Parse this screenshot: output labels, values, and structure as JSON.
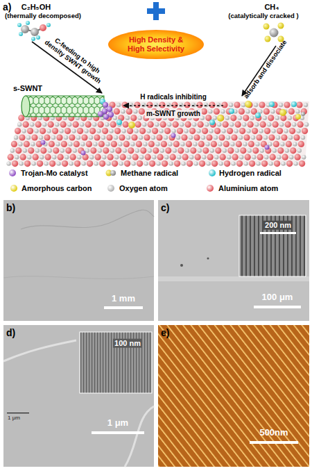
{
  "diagram": {
    "nodes": [
      {
        "text": [
          "High Density & High Selectivity"
        ]
      }
    ],
    "labels": [
      "a)",
      "C₂H₅OH",
      "(thermally decomposed)",
      "CH₄",
      "(catalytically cracked )",
      "C-feeding to high density SWNT growth",
      "adsorb and dissociate",
      "s-SWNT",
      "H radicals inhibiting",
      "m-SWNT growth",
      "b)",
      "1 mm",
      "c)",
      "200 nm",
      "100 μm",
      "d)",
      "100 nm",
      "1 μm",
      "1 μm",
      "e)",
      "500nm"
    ],
    "legend": [
      {
        "text": "Trojan-Mo catalyst",
        "color": "#8e4cc4"
      },
      {
        "text": "Methane radical"
      },
      {
        "text": "Hydrogen radical",
        "color": "#22bfcc"
      },
      {
        "text": "Amorphous carbon",
        "color": "#e0cc10"
      },
      {
        "text": "Oxygen atom",
        "color": "#b0b0b0"
      },
      {
        "text": "Aluminium atom",
        "color": "#e0565e"
      }
    ]
  }
}
